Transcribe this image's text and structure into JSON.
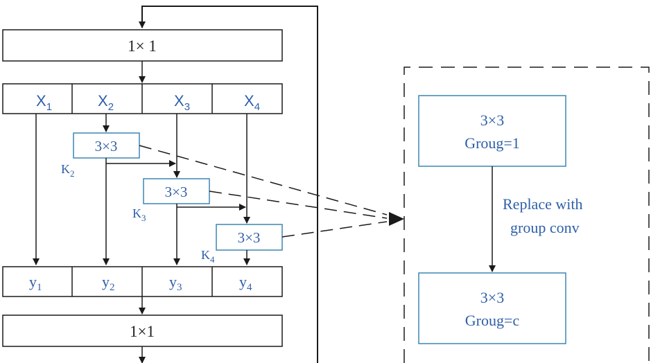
{
  "conv_top": "1× 1",
  "conv_bottom": "1×1",
  "inputs": [
    {
      "base": "X",
      "sub": "1"
    },
    {
      "base": "X",
      "sub": "2"
    },
    {
      "base": "X",
      "sub": "3"
    },
    {
      "base": "X",
      "sub": "4"
    }
  ],
  "outputs": [
    {
      "base": "y",
      "sub": "1"
    },
    {
      "base": "y",
      "sub": "2"
    },
    {
      "base": "y",
      "sub": "3"
    },
    {
      "base": "y",
      "sub": "4"
    }
  ],
  "kernels": [
    {
      "label": "3×3",
      "k_base": "K",
      "k_sub": "2"
    },
    {
      "label": "3×3",
      "k_base": "K",
      "k_sub": "3"
    },
    {
      "label": "3×3",
      "k_base": "K",
      "k_sub": "4"
    }
  ],
  "right_panel": {
    "top_box": {
      "line1": "3×3",
      "line2": "Groug=1"
    },
    "bottom_box": {
      "line1": "3×3",
      "line2": "Groug=c"
    },
    "replace_text": {
      "line1": "Replace with",
      "line2": "group conv"
    }
  },
  "colors": {
    "line": "#1a1a1a",
    "blue_text": "#2e5fa8",
    "blue_box": "#3c86b4",
    "dark_text": "#222222"
  }
}
